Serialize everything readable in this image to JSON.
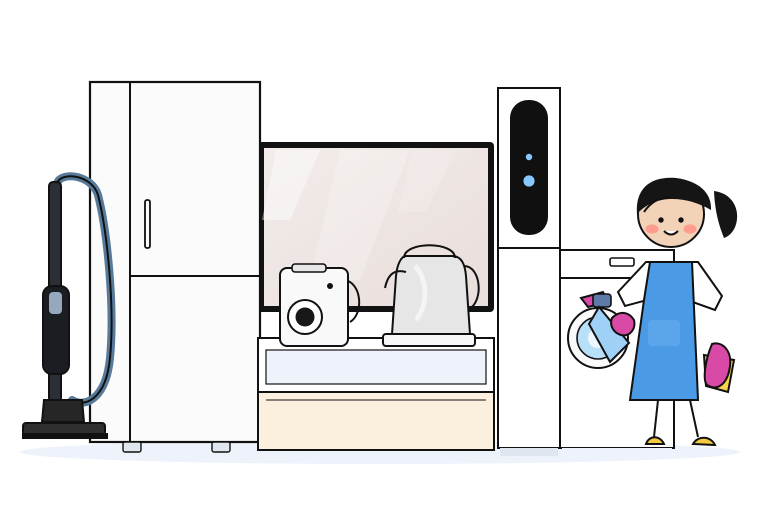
{
  "scene": {
    "colors": {
      "outline": "#111111",
      "appliance_white": "#fbfbfb",
      "screen_tint": "#efe7e3",
      "apron_blue": "#4a9ae6",
      "glove_pink": "#d94aa6",
      "floor_shadow": "#edf2fb",
      "drawer_cream": "#fbf0de",
      "spray_bottle": "#9fd1f7",
      "cheek_pink": "#ff9c8e",
      "cloth_yellow": "#f7d34d"
    },
    "elements": {
      "vacuum_icon": "vacuum-cleaner",
      "fridge_icon": "refrigerator",
      "tv_icon": "television",
      "washer_icon": "washing-machine",
      "purifier_icon": "air-purifier",
      "kettle_icon": "electric-kettle",
      "coffee_icon": "coffee-maker",
      "person_icon": "cleaning-girl"
    }
  }
}
